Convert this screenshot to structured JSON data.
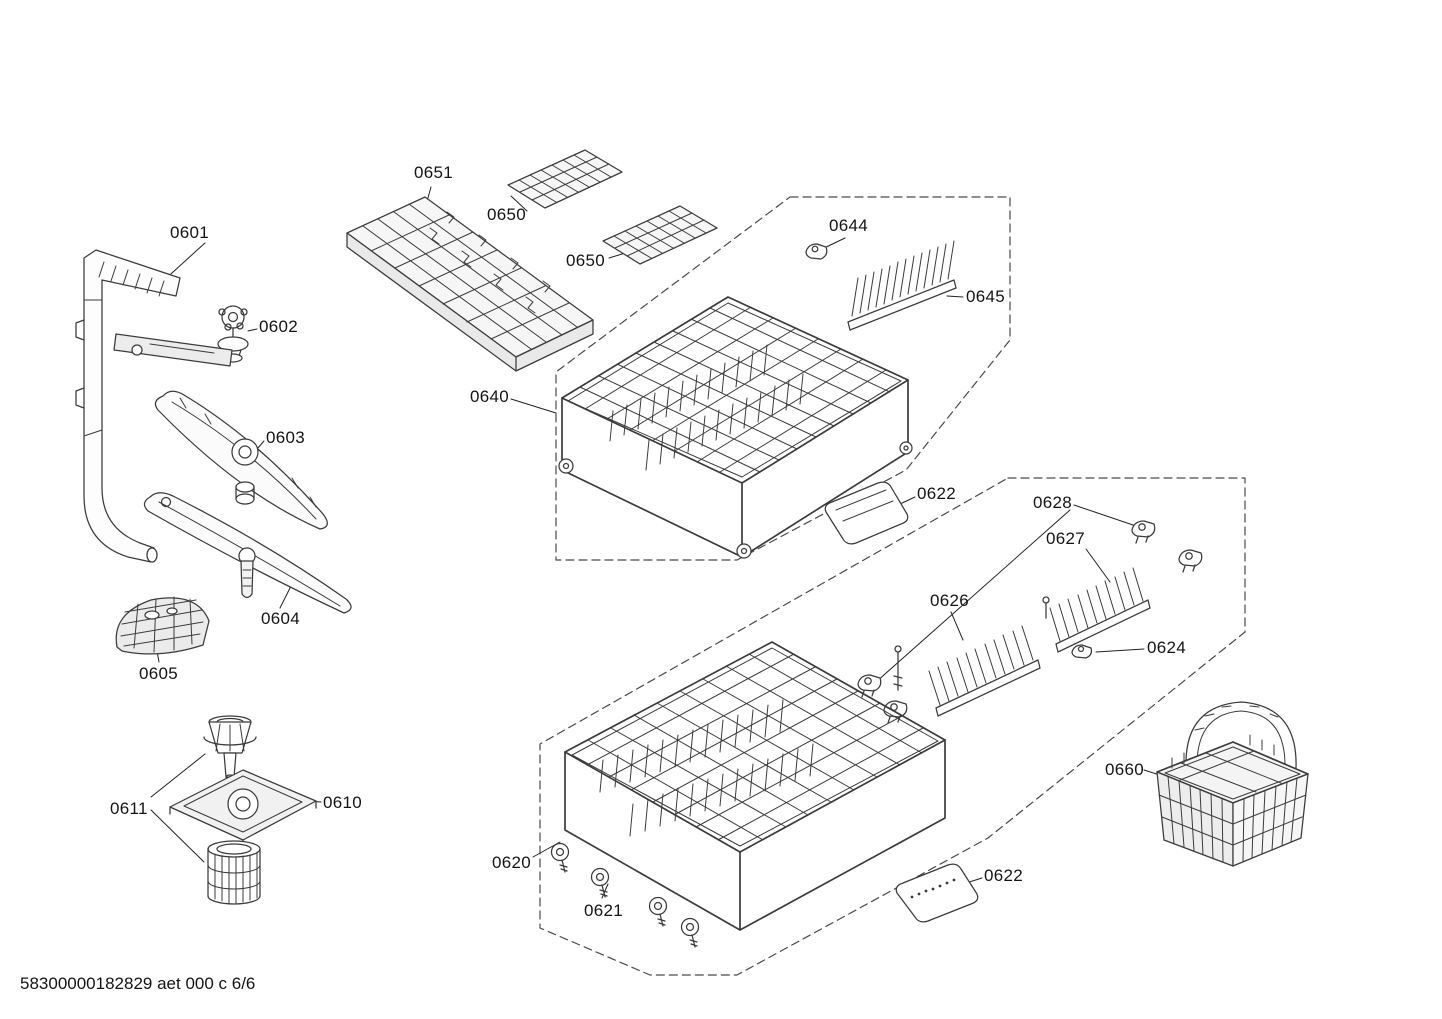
{
  "document": {
    "footer": "58300000182829 aet 000 c 6/6"
  },
  "colors": {
    "background": "#ffffff",
    "line_art": "#3b3b3b",
    "label_text": "#141414"
  },
  "labels": [
    {
      "id": "0651",
      "text": "0651"
    },
    {
      "id": "0650-a",
      "text": "0650"
    },
    {
      "id": "0650-b",
      "text": "0650"
    },
    {
      "id": "0644",
      "text": "0644"
    },
    {
      "id": "0645",
      "text": "0645"
    },
    {
      "id": "0601",
      "text": "0601"
    },
    {
      "id": "0602",
      "text": "0602"
    },
    {
      "id": "0603",
      "text": "0603"
    },
    {
      "id": "0640",
      "text": "0640"
    },
    {
      "id": "0622-upper",
      "text": "0622"
    },
    {
      "id": "0628",
      "text": "0628"
    },
    {
      "id": "0627",
      "text": "0627"
    },
    {
      "id": "0626",
      "text": "0626"
    },
    {
      "id": "0624",
      "text": "0624"
    },
    {
      "id": "0604",
      "text": "0604"
    },
    {
      "id": "0605",
      "text": "0605"
    },
    {
      "id": "0611",
      "text": "0611"
    },
    {
      "id": "0610",
      "text": "0610"
    },
    {
      "id": "0660",
      "text": "0660"
    },
    {
      "id": "0620",
      "text": "0620"
    },
    {
      "id": "0621",
      "text": "0621"
    },
    {
      "id": "0622-lower",
      "text": "0622"
    }
  ]
}
